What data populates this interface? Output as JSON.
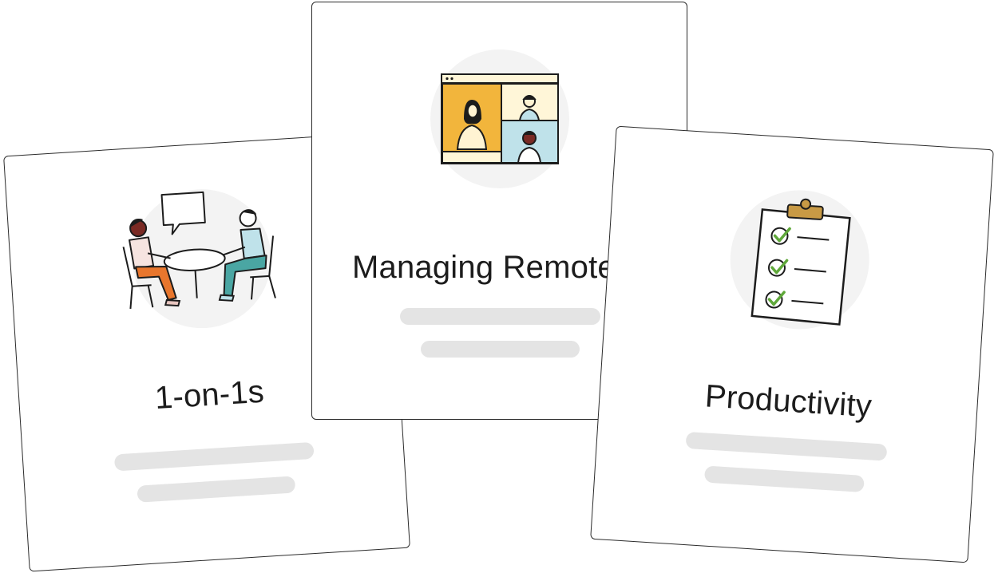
{
  "cards": [
    {
      "title": "1-on-1s",
      "illustration": "two-people-meeting-icon"
    },
    {
      "title": "Managing Remote",
      "illustration": "video-call-window-icon"
    },
    {
      "title": "Productivity",
      "illustration": "checklist-clipboard-icon"
    }
  ],
  "colors": {
    "placeholder_bar": "#e4e4e4",
    "illustration_backdrop": "#f3f3f3",
    "card_border": "#2b2b2b",
    "accent_yellow": "#f2b53c",
    "accent_blue": "#bfe2ea",
    "accent_orange": "#e8762d",
    "check_green": "#5fa83a",
    "clip_gold": "#c89a45"
  }
}
